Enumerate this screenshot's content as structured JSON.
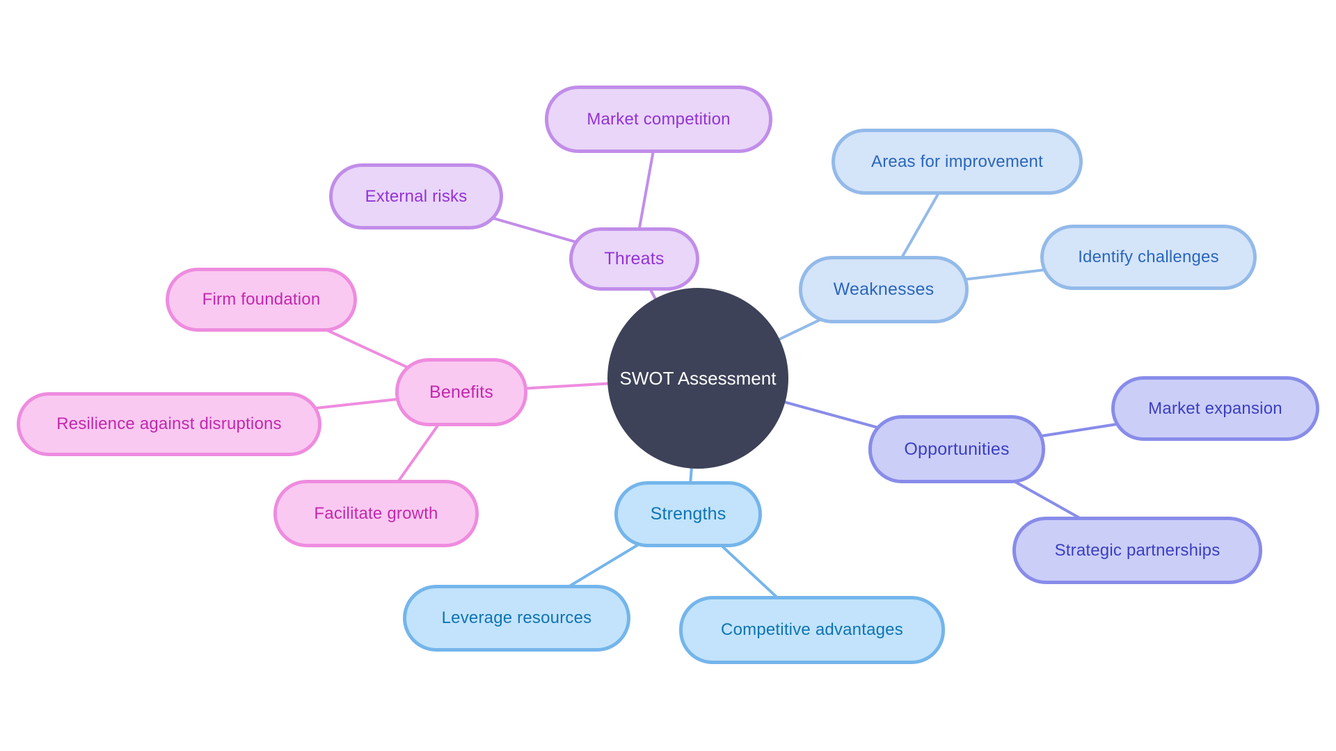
{
  "diagram": {
    "title": "SWOT Assessment mind map",
    "center": {
      "label": "SWOT Assessment",
      "bg": "#3E4258",
      "text_color": "#FFFFFF"
    },
    "branches": [
      {
        "id": "threats",
        "label": "Threats",
        "colors": {
          "fill": "#E9D6F9",
          "border": "#C18DE9",
          "text": "#9333D6"
        },
        "children": [
          {
            "label": "Market competition"
          },
          {
            "label": "External risks"
          }
        ]
      },
      {
        "id": "weaknesses",
        "label": "Weaknesses",
        "colors": {
          "fill": "#D4E4F9",
          "border": "#93BAE9",
          "text": "#2A67BC"
        },
        "children": [
          {
            "label": "Areas for improvement"
          },
          {
            "label": "Identify challenges"
          }
        ]
      },
      {
        "id": "opportunities",
        "label": "Opportunities",
        "colors": {
          "fill": "#CBCEF7",
          "border": "#888CE9",
          "text": "#3B3FC2"
        },
        "children": [
          {
            "label": "Market expansion"
          },
          {
            "label": "Strategic partnerships"
          }
        ]
      },
      {
        "id": "strengths",
        "label": "Strengths",
        "colors": {
          "fill": "#C2E3FB",
          "border": "#74B5EB",
          "text": "#0F74B4"
        },
        "children": [
          {
            "label": "Leverage resources"
          },
          {
            "label": "Competitive advantages"
          }
        ]
      },
      {
        "id": "benefits",
        "label": "Benefits",
        "colors": {
          "fill": "#FAC9F1",
          "border": "#EE8CDF",
          "text": "#C327AE"
        },
        "children": [
          {
            "label": "Firm foundation"
          },
          {
            "label": "Resilience against disruptions"
          },
          {
            "label": "Facilitate growth"
          }
        ]
      }
    ]
  }
}
